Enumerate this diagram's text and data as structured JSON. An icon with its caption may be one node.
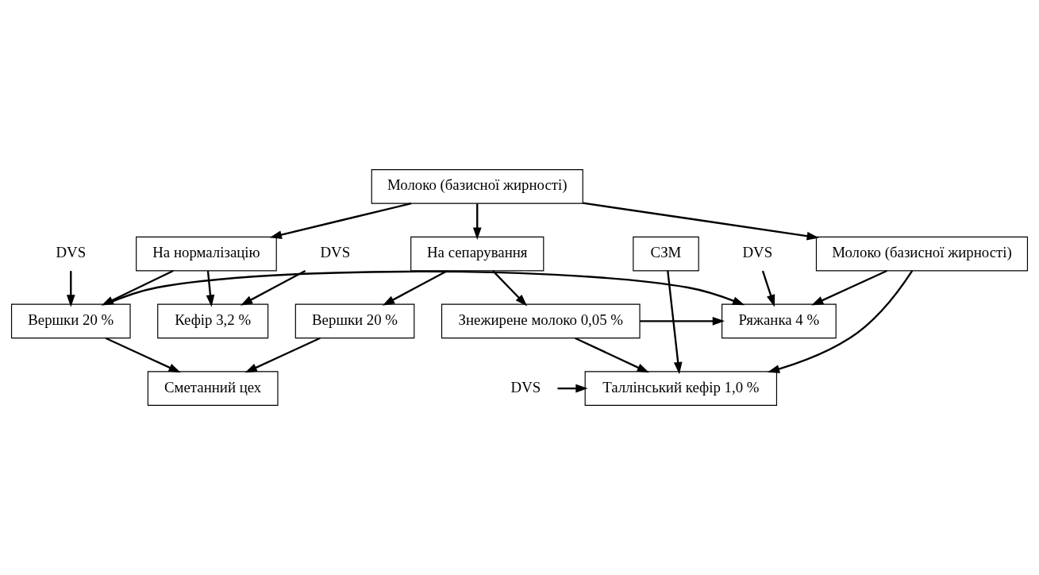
{
  "diagram": {
    "nodes": [
      {
        "text": [
          "Молоко (базисної жирності)"
        ]
      },
      {
        "text": [
          "На нормалізацію"
        ]
      },
      {
        "text": [
          "Молоко (базисної жирності)"
        ]
      },
      {
        "text": [
          "На сепарування"
        ]
      },
      {
        "text": [
          "Кефір 3,2 %"
        ]
      },
      {
        "text": [
          "Вершки 20 %"
        ]
      },
      {
        "text": [
          "Ряжанка 4 %"
        ]
      },
      {
        "text": [
          "Знежирене молоко 0,05 %"
        ]
      },
      {
        "text": [
          "Вершки 20 %"
        ]
      },
      {
        "text": [
          "DVS"
        ]
      },
      {
        "text": [
          "DVS"
        ]
      },
      {
        "text": [
          "DVS"
        ]
      },
      {
        "text": [
          "СЗМ"
        ]
      },
      {
        "text": [
          "DVS"
        ]
      },
      {
        "text": [
          "Таллінський кефір 1,0 %"
        ]
      },
      {
        "text": [
          "Сметанний цех"
        ]
      }
    ],
    "edges": [
      {
        "from": 0,
        "to": 1,
        "arrow": "to"
      },
      {
        "from": 0,
        "to": 2,
        "arrow": "to"
      },
      {
        "from": 0,
        "to": 3,
        "arrow": "to"
      },
      {
        "from": 1,
        "to": 4,
        "arrow": "to"
      },
      {
        "from": 1,
        "to": 5,
        "arrow": "to"
      },
      {
        "from": 2,
        "to": 6,
        "arrow": "to"
      },
      {
        "from": 3,
        "to": 7,
        "arrow": "to"
      },
      {
        "from": 3,
        "to": 8,
        "arrow": "to"
      },
      {
        "from": 9,
        "to": 4,
        "arrow": "to"
      },
      {
        "from": 10,
        "to": 5,
        "arrow": "to"
      },
      {
        "from": 5,
        "to": 6,
        "arrow": "to"
      },
      {
        "from": 11,
        "to": 6,
        "arrow": "to"
      },
      {
        "from": 7,
        "to": 6,
        "arrow": "to"
      },
      {
        "from": 2,
        "to": 14,
        "arrow": "to"
      },
      {
        "from": 7,
        "to": 14,
        "arrow": "to"
      },
      {
        "from": 12,
        "to": 14,
        "arrow": "to"
      },
      {
        "from": 13,
        "to": 14,
        "arrow": "to"
      },
      {
        "from": 5,
        "to": 15,
        "arrow": "to"
      },
      {
        "from": 8,
        "to": 15,
        "arrow": "to"
      }
    ]
  }
}
